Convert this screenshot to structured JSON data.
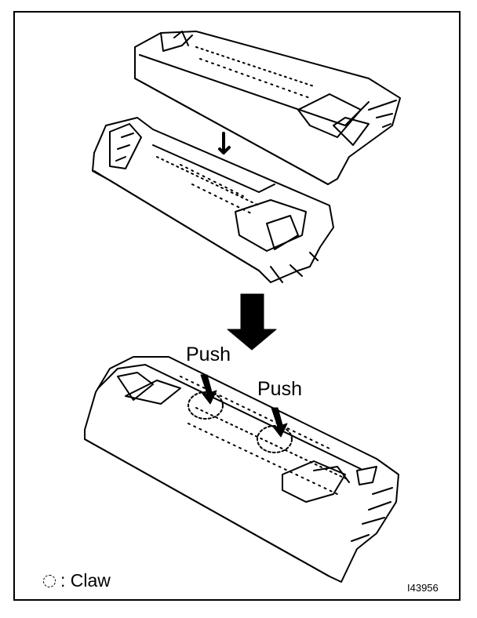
{
  "labels": {
    "push_1": "Push",
    "push_2": "Push"
  },
  "legend": {
    "symbol": "dashed-circle",
    "text": ": Claw"
  },
  "figure_id": "I43956",
  "icons": [
    "push-arrow-icon",
    "down-arrow-icon",
    "claw-circle-icon"
  ]
}
